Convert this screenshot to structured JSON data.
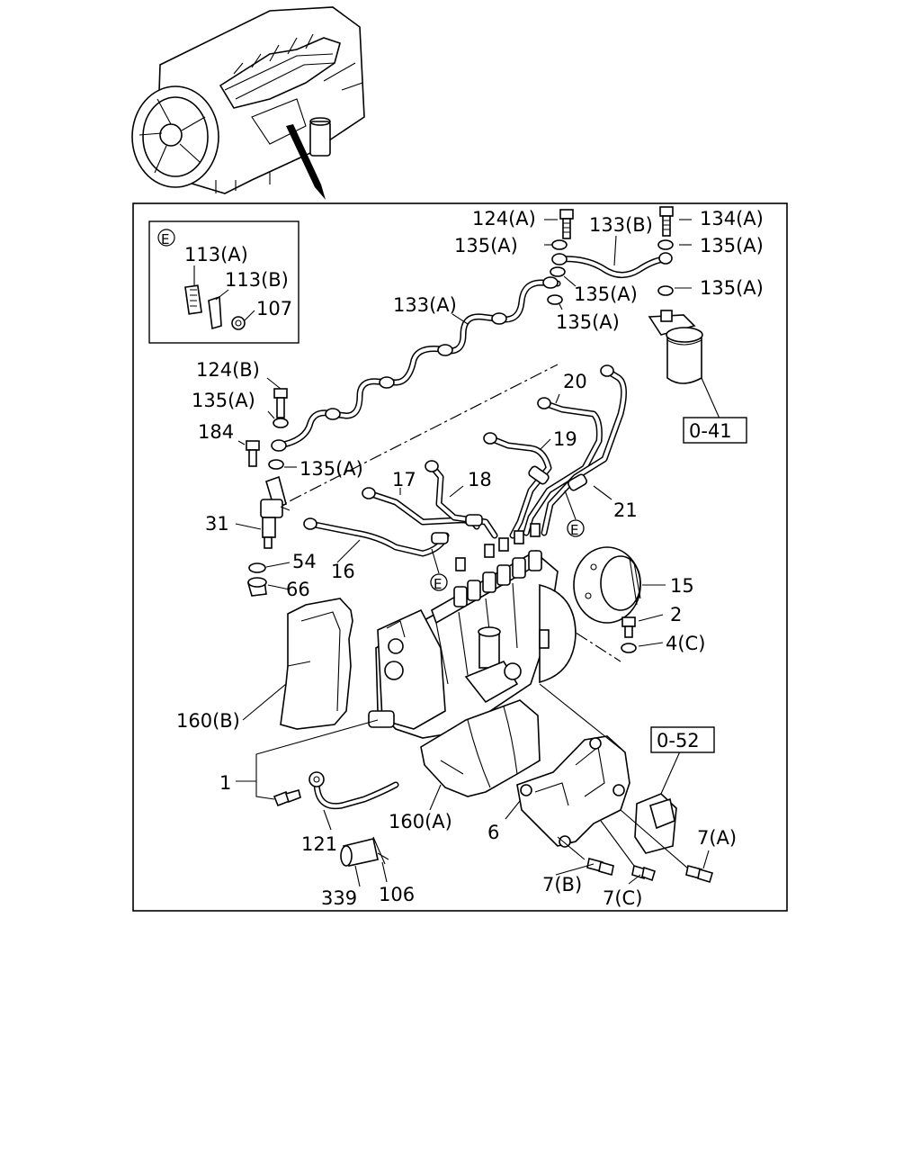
{
  "labels": {
    "inset_tag": "E",
    "p113A": "113(A)",
    "p113B": "113(B)",
    "p107": "107",
    "p124A": "124(A)",
    "p135A_1": "135(A)",
    "p133B": "133(B)",
    "p134A": "134(A)",
    "p135A_2": "135(A)",
    "p135A_3": "135(A)",
    "p135A_4": "135(A)",
    "p135A_5": "135(A)",
    "p133A": "133(A)",
    "p124B": "124(B)",
    "p135A_6": "135(A)",
    "p184": "184",
    "p135A_7": "135(A)",
    "p20": "20",
    "p19": "19",
    "p17": "17",
    "p18": "18",
    "p21": "21",
    "p31": "31",
    "p16": "16",
    "p54": "54",
    "p66": "66",
    "p15": "15",
    "p2": "2",
    "p4C": "4(C)",
    "p160B": "160(B)",
    "p1": "1",
    "p121": "121",
    "p160A": "160(A)",
    "p6": "6",
    "p7A": "7(A)",
    "p7B": "7(B)",
    "p7C": "7(C)",
    "p339": "339",
    "p106": "106",
    "E_1": "E",
    "E_2": "E",
    "ref041": "0-41",
    "ref052": "0-52"
  }
}
